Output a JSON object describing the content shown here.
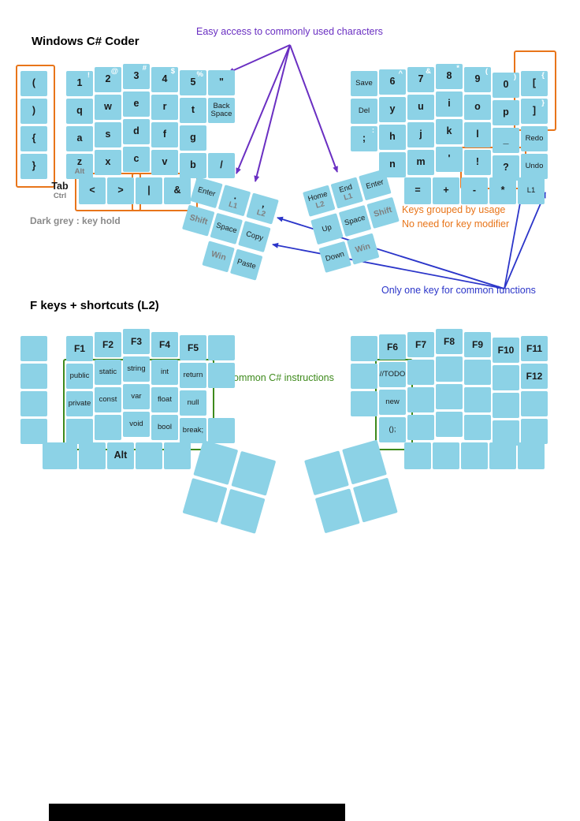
{
  "page": {
    "title_layer1": "Windows C# Coder",
    "title_layer2": "F keys + shortcuts (L2)"
  },
  "colors": {
    "key_fill": "#8CD2E6",
    "key_text": "#1a1a1a",
    "hold_text": "#7e7e7e",
    "shift_text": "#ffffff",
    "purple": "#6A2FC2",
    "orange": "#E8751A",
    "blue": "#2B35C9",
    "green": "#3E8A1C",
    "grey_note": "#8a8a8a"
  },
  "annotations": {
    "easy_access": "Easy access to commonly used characters",
    "key_hold_note": "Dark grey : key hold",
    "grouped_line1": "Keys grouped by usage",
    "grouped_line2": "No need for key modifier",
    "one_key_note": "Only one key for common functions",
    "csharp_note": "Common C# instructions"
  },
  "layer1": {
    "left": {
      "grid": [
        [
          {
            "t": "("
          },
          {
            "t": "1",
            "s": "!"
          },
          {
            "t": "2",
            "s": "@"
          },
          {
            "t": "3",
            "s": "#"
          },
          {
            "t": "4",
            "s": "$"
          },
          {
            "t": "5",
            "s": "%"
          },
          {
            "t": "\""
          }
        ],
        [
          {
            "t": ")"
          },
          {
            "t": "q"
          },
          {
            "t": "w"
          },
          {
            "t": "e"
          },
          {
            "t": "r"
          },
          {
            "t": "t"
          },
          {
            "t": "Back Space",
            "small": true
          }
        ],
        [
          {
            "t": "{"
          },
          {
            "t": "a"
          },
          {
            "t": "s"
          },
          {
            "t": "d"
          },
          {
            "t": "f"
          },
          {
            "t": "g"
          },
          null
        ],
        [
          {
            "t": "}"
          },
          {
            "t": "z",
            "h": "Alt"
          },
          {
            "t": "x"
          },
          {
            "t": "c"
          },
          {
            "t": "v"
          },
          {
            "t": "b"
          },
          {
            "t": "/"
          }
        ]
      ],
      "bottom": [
        {
          "t": "Tab",
          "h": "Ctrl",
          "w": 44,
          "transparent": true
        },
        {
          "t": "<"
        },
        {
          "t": ">"
        },
        {
          "t": "|"
        },
        {
          "t": "&"
        }
      ],
      "thumb": [
        [
          {
            "t": "Enter",
            "small": true
          },
          {
            "t": ".",
            "h": "L1"
          },
          {
            "t": ",",
            "h": "L2"
          }
        ],
        [
          {
            "t": "Shift",
            "hold": true
          },
          {
            "t": "Space",
            "small": true
          },
          {
            "t": "Copy",
            "small": true
          }
        ],
        [
          null,
          {
            "t": "Win",
            "hold": true
          },
          {
            "t": "Paste",
            "small": true
          }
        ]
      ]
    },
    "right": {
      "grid": [
        [
          {
            "t": "Save",
            "small": true
          },
          {
            "t": "6",
            "s": "^"
          },
          {
            "t": "7",
            "s": "&"
          },
          {
            "t": "8",
            "s": "*"
          },
          {
            "t": "9",
            "s": "("
          },
          {
            "t": "0",
            "s": ")"
          },
          {
            "t": "[",
            "s": "{"
          }
        ],
        [
          {
            "t": "Del",
            "small": true
          },
          {
            "t": "y"
          },
          {
            "t": "u"
          },
          {
            "t": "i"
          },
          {
            "t": "o"
          },
          {
            "t": "p"
          },
          {
            "t": "]",
            "s": "}"
          }
        ],
        [
          {
            "t": ";",
            "s": ":"
          },
          {
            "t": "h"
          },
          {
            "t": "j"
          },
          {
            "t": "k"
          },
          {
            "t": "l"
          },
          {
            "t": "_"
          },
          {
            "t": "Redo",
            "small": true
          }
        ],
        [
          null,
          {
            "t": "n"
          },
          {
            "t": "m"
          },
          {
            "t": "'"
          },
          {
            "t": "!"
          },
          {
            "t": "?"
          },
          {
            "t": "Undo",
            "small": true
          }
        ]
      ],
      "bottom": [
        {
          "t": "="
        },
        {
          "t": "+"
        },
        {
          "t": "-"
        },
        {
          "t": "*"
        },
        {
          "t": "L1",
          "small": true
        }
      ],
      "thumb": [
        [
          {
            "t": "Home",
            "h": "L2",
            "small": true
          },
          {
            "t": "End",
            "h": "L1",
            "small": true
          },
          {
            "t": "Enter",
            "small": true
          }
        ],
        [
          {
            "t": "Up",
            "small": true
          },
          {
            "t": "Space",
            "small": true
          },
          {
            "t": "Shift",
            "hold": true
          }
        ],
        [
          {
            "t": "Down",
            "small": true
          },
          {
            "t": "Win",
            "hold": true
          },
          null
        ]
      ]
    }
  },
  "layer2": {
    "left": {
      "grid": [
        [
          {
            "t": ""
          },
          {
            "t": "F1",
            "b": true
          },
          {
            "t": "F2",
            "b": true
          },
          {
            "t": "F3",
            "b": true
          },
          {
            "t": "F4",
            "b": true
          },
          {
            "t": "F5",
            "b": true
          },
          {
            "t": ""
          }
        ],
        [
          {
            "t": ""
          },
          {
            "t": "public",
            "small": true
          },
          {
            "t": "static",
            "small": true
          },
          {
            "t": "string",
            "small": true
          },
          {
            "t": "int",
            "small": true
          },
          {
            "t": "return",
            "small": true
          },
          {
            "t": ""
          }
        ],
        [
          {
            "t": ""
          },
          {
            "t": "private",
            "small": true
          },
          {
            "t": "const",
            "small": true
          },
          {
            "t": "var",
            "small": true
          },
          {
            "t": "float",
            "small": true
          },
          {
            "t": "null",
            "small": true
          },
          null
        ],
        [
          {
            "t": ""
          },
          {
            "t": ""
          },
          {
            "t": ""
          },
          {
            "t": "void",
            "small": true
          },
          {
            "t": "bool",
            "small": true
          },
          {
            "t": "break;",
            "small": true
          },
          {
            "t": ""
          }
        ]
      ],
      "bottom": [
        {
          "t": "",
          "w": 44
        },
        {
          "t": ""
        },
        {
          "t": "Alt"
        },
        {
          "t": ""
        },
        {
          "t": ""
        }
      ]
    },
    "right": {
      "grid": [
        [
          {
            "t": ""
          },
          {
            "t": "F6",
            "b": true
          },
          {
            "t": "F7",
            "b": true
          },
          {
            "t": "F8",
            "b": true
          },
          {
            "t": "F9",
            "b": true
          },
          {
            "t": "F10",
            "b": true
          },
          {
            "t": "F11",
            "b": true
          }
        ],
        [
          {
            "t": ""
          },
          {
            "t": "//TODO",
            "small": true
          },
          {
            "t": ""
          },
          {
            "t": ""
          },
          {
            "t": ""
          },
          {
            "t": ""
          },
          {
            "t": "F12",
            "b": true
          }
        ],
        [
          {
            "t": ""
          },
          {
            "t": "new",
            "small": true
          },
          {
            "t": ""
          },
          {
            "t": ""
          },
          {
            "t": ""
          },
          {
            "t": ""
          },
          {
            "t": ""
          }
        ],
        [
          null,
          {
            "t": "();",
            "small": true
          },
          {
            "t": ""
          },
          {
            "t": ""
          },
          {
            "t": ""
          },
          {
            "t": ""
          },
          {
            "t": ""
          }
        ]
      ],
      "bottom": [
        {
          "t": ""
        },
        {
          "t": ""
        },
        {
          "t": ""
        },
        {
          "t": ""
        },
        {
          "t": ""
        }
      ]
    }
  }
}
